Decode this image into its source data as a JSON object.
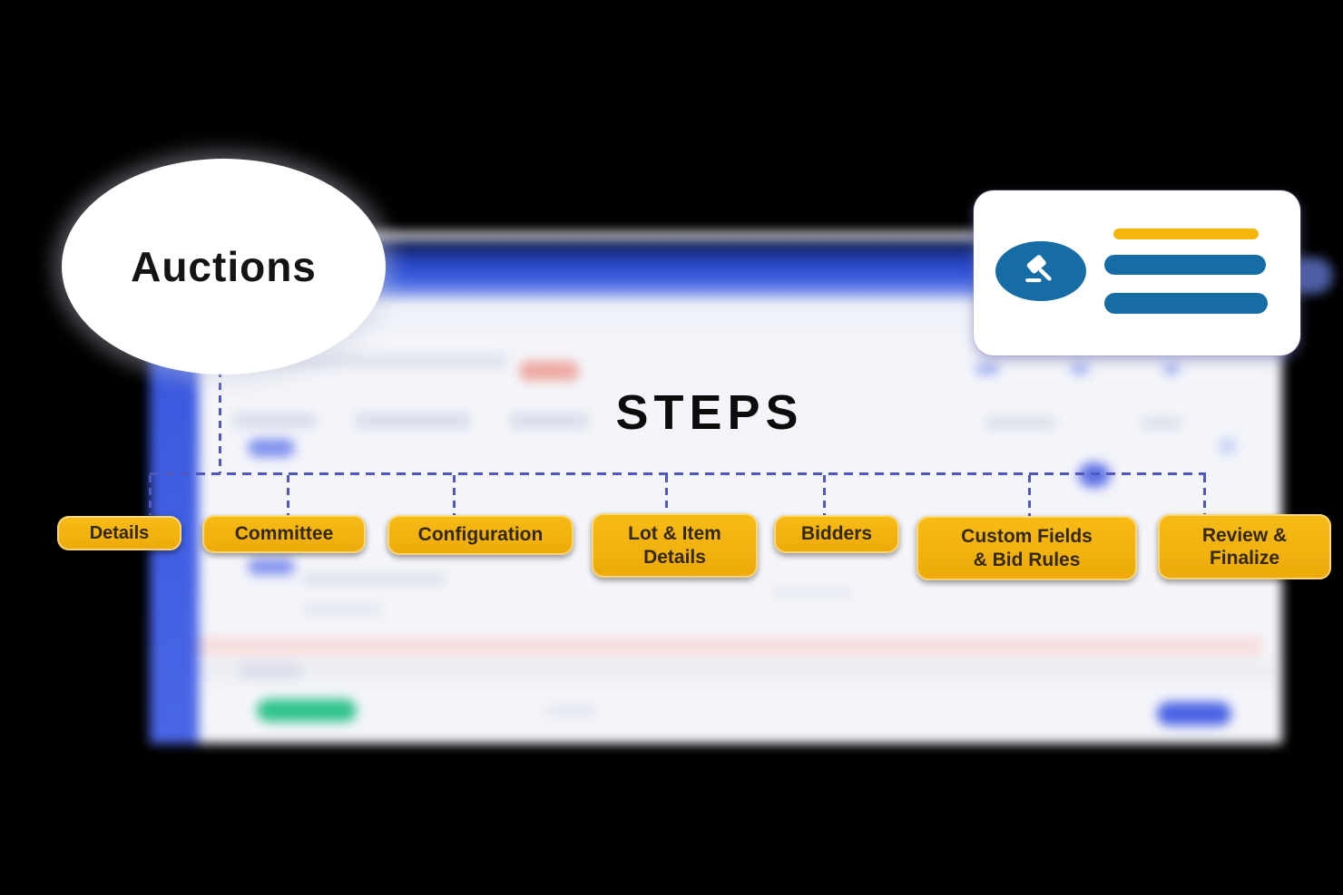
{
  "title_bubble": {
    "label": "Auctions"
  },
  "heading": {
    "title": "STEPS"
  },
  "mini_card": {
    "icon": "gavel-icon"
  },
  "steps": {
    "details": {
      "label": "Details"
    },
    "committee": {
      "label": "Committee"
    },
    "configuration": {
      "label": "Configuration"
    },
    "lot_item": {
      "line1": "Lot & Item",
      "line2": "Details"
    },
    "bidders": {
      "label": "Bidders"
    },
    "custom_fields": {
      "line1": "Custom Fields",
      "line2": "& Bid Rules"
    },
    "review_finalize": {
      "line1": "Review &",
      "line2": "Finalize"
    }
  },
  "colors": {
    "badge_yellow": "#F2B00F",
    "badge_text": "#33280A",
    "connector_blue": "#5058BF",
    "sidebar_blue": "#3D5CE2",
    "topbar_blue": "#2F50D4",
    "card_icon_blue": "#166DA6",
    "card_line_yellow": "#F5B50E",
    "green_accent": "#30C38B",
    "primary_button_blue": "#4A63E4",
    "background": "#000000"
  }
}
